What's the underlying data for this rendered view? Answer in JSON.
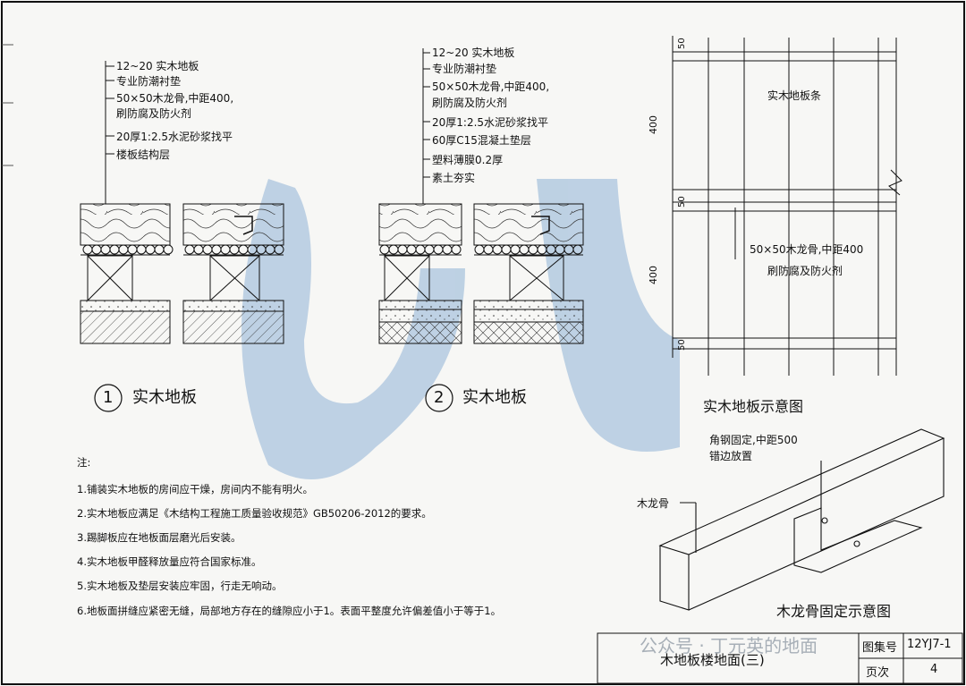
{
  "section1": {
    "labels": [
      "12~20 实木地板",
      "专业防潮衬垫",
      "50×50木龙骨,中距400,",
      "刷防腐及防火剂",
      "20厚1:2.5水泥砂浆找平",
      "楼板结构层"
    ],
    "number": "1",
    "title": "实木地板"
  },
  "section2": {
    "labels": [
      "12~20 实木地板",
      "专业防潮衬垫",
      "50×50木龙骨,中距400,",
      "刷防腐及防火剂",
      "20厚1:2.5水泥砂浆找平",
      "60厚C15混凝土垫层",
      "塑料薄膜0.2厚",
      "素土夯实"
    ],
    "number": "2",
    "title": "实木地板"
  },
  "plan": {
    "dims": [
      "50",
      "400",
      "50",
      "400",
      "50"
    ],
    "label_strip": "实木地板条",
    "label_joist_1": "50×50木龙骨,中距400",
    "label_joist_2": "刷防腐及防火剂",
    "title": "实木地板示意图"
  },
  "iso": {
    "label_angle_1": "角钢固定,中距500",
    "label_angle_2": "错边放置",
    "label_joist": "木龙骨",
    "title": "木龙骨固定示意图"
  },
  "notes": {
    "heading": "注:",
    "items": [
      "1.铺装实木地板的房间应干燥，房间内不能有明火。",
      "2.实木地板应满足《木结构工程施工质量验收规范》GB50206-2012的要求。",
      "3.踢脚板应在地板面层磨光后安装。",
      "4.实木地板甲醛释放量应符合国家标准。",
      "5.实木地板及垫层安装应牢固，行走无响动。",
      "6.地板面拼缝应紧密无缝，局部地方存在的缝隙应小于1。表面平整度允许偏差值小于等于1。"
    ]
  },
  "title_block": {
    "drawing_title": "木地板楼地面(三)",
    "atlas_label": "图集号",
    "atlas_value": "12YJ7-1",
    "page_label": "页次",
    "page_value": "4"
  },
  "watermark": "公众号 · 丁元英的地面"
}
